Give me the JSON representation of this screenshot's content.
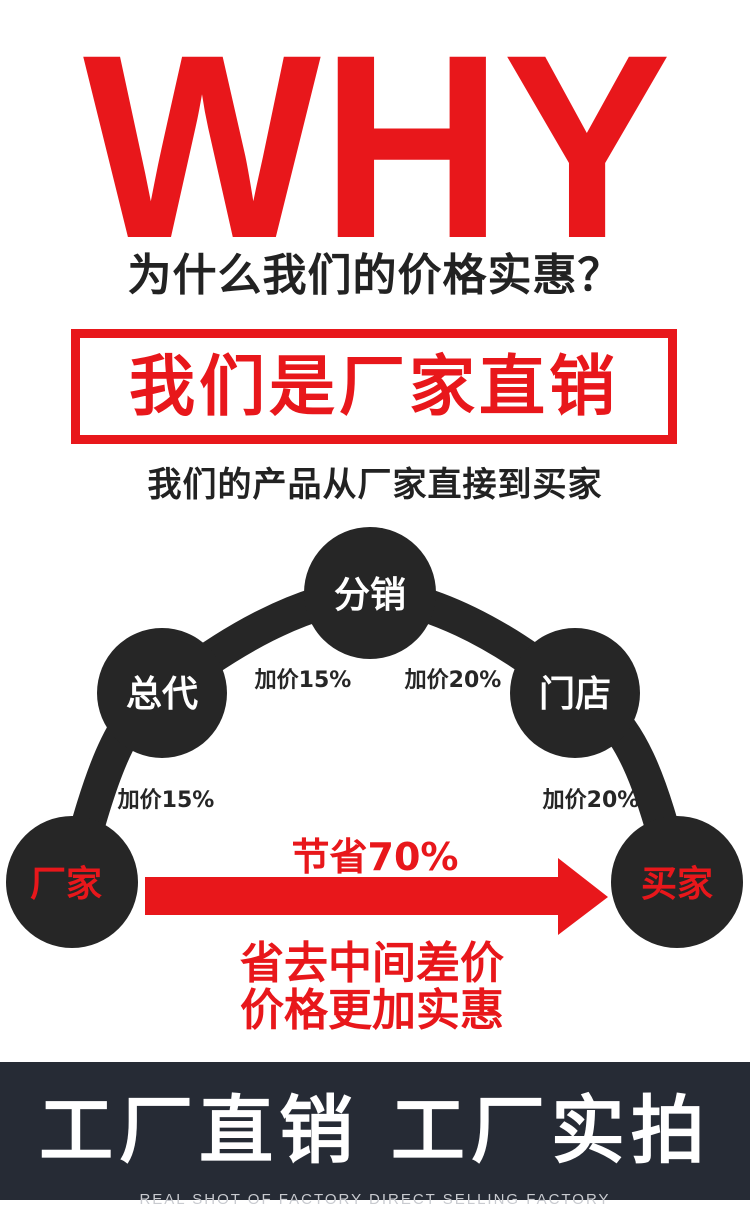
{
  "header": {
    "headline": "WHY",
    "subtitle": "为什么我们的价格实惠？",
    "banner": "我们是厂家直销",
    "tagline": "我们的产品从厂家直接到买家"
  },
  "diagram": {
    "nodes": [
      {
        "id": "factory",
        "label": "厂家",
        "label_color": "#e8171b"
      },
      {
        "id": "general_agent",
        "label": "总代",
        "label_color": "#ffffff"
      },
      {
        "id": "distributor",
        "label": "分销",
        "label_color": "#ffffff"
      },
      {
        "id": "store",
        "label": "门店",
        "label_color": "#ffffff"
      },
      {
        "id": "buyer",
        "label": "买家",
        "label_color": "#e8171b"
      }
    ],
    "markups": [
      {
        "from": "factory",
        "to": "general_agent",
        "label": "加价15%"
      },
      {
        "from": "general_agent",
        "to": "distributor",
        "label": "加价15%"
      },
      {
        "from": "distributor",
        "to": "store",
        "label": "加价20%"
      },
      {
        "from": "store",
        "to": "buyer",
        "label": "加价20%"
      }
    ],
    "direct_arrow": {
      "label": "节省70%"
    },
    "savings_lines": [
      "省去中间差价",
      "价格更加实惠"
    ]
  },
  "footer": {
    "title": "工厂直销 工厂实拍",
    "subtitle": "REAL SHOT OF FACTORY DIRECT SELLING FACTORY"
  },
  "colors": {
    "accent_red": "#e8171b",
    "node_dark": "#262626",
    "text_dark": "#222222",
    "footer_bg": "#262b35"
  }
}
